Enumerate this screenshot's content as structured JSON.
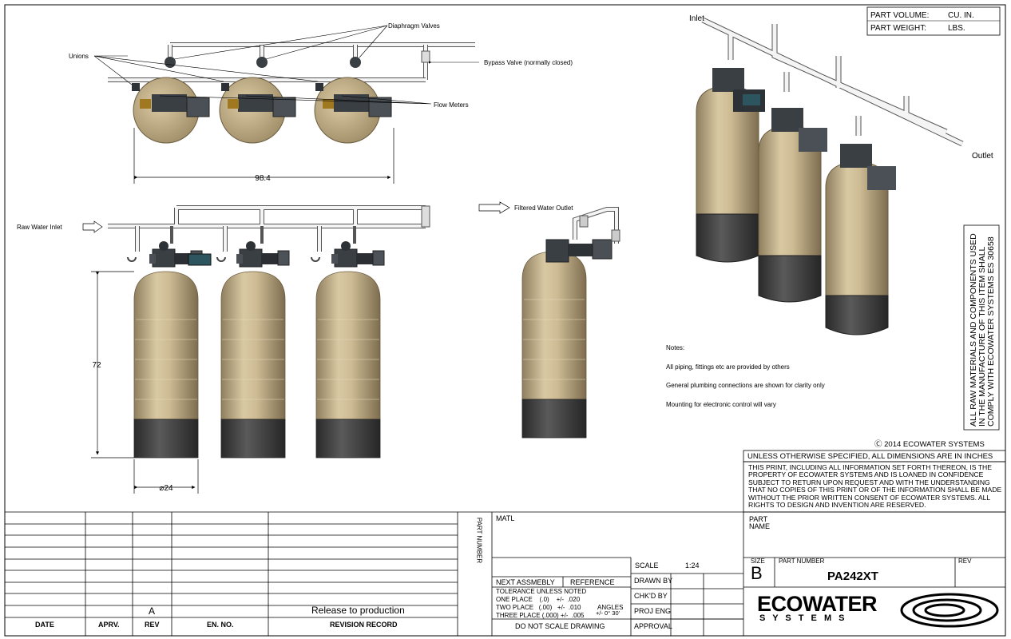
{
  "callouts": {
    "diaphragm_valves": "Diaphragm Valves",
    "unions": "Unions",
    "bypass_valve": "Bypass Valve (normally closed)",
    "flow_meters": "Flow Meters",
    "raw_water_inlet": "Raw Water Inlet",
    "filtered_water_outlet": "Filtered Water Outlet",
    "iso_inlet": "Inlet",
    "iso_outlet": "Outlet"
  },
  "dimensions": {
    "top_width": "98.4",
    "height": "72",
    "diameter": "⌀24"
  },
  "notes": {
    "heading": "Notes:",
    "items": [
      "All piping, fittings etc are provided by others",
      "General plumbing connections are shown for clarity only",
      "Mounting for electronic control will vary"
    ]
  },
  "part_box": {
    "volume_label": "PART VOLUME:",
    "volume_unit": "CU. IN.",
    "weight_label": "PART WEIGHT:",
    "weight_unit": "LBS."
  },
  "vertical_note": {
    "line1": "ALL RAW MATERIALS AND COMPONENTS USED",
    "line2": "IN THE MANUFACTURE OF THIS ITEM SHALL",
    "line3": "COMPLY WITH ECOWATER SYSTEMS ES 30658"
  },
  "copyright": "Ⓒ 2014 ECOWATER SYSTEMS",
  "unless_specified": "UNLESS OTHERWISE SPECIFIED, ALL DIMENSIONS ARE IN INCHES",
  "confidential": "THIS PRINT, INCLUDING ALL INFORMATION SET FORTH THEREON, IS THE PROPERTY OF ECOWATER SYSTEMS AND IS LOANED IN CONFIDENCE SUBJECT TO RETURN UPON REQUEST AND WITH THE UNDERSTANDING THAT NO COPIES OF THIS PRINT OR OF THE INFORMATION SHALL BE MADE WITHOUT THE PRIOR WRITTEN CONSENT OF ECOWATER SYSTEMS. ALL RIGHTS TO DESIGN AND INVENTION ARE RESERVED.",
  "revision": {
    "headers": [
      "DATE",
      "APRV.",
      "REV",
      "EN. NO.",
      "REVISION RECORD"
    ],
    "rev": "A",
    "description": "Release to production"
  },
  "title_block": {
    "part_number_vertical": "PART NUMBER",
    "matl": "MATL",
    "next_assembly": "NEXT ASSMEBLY",
    "reference": "REFERENCE",
    "tolerance_title": "TOLERANCE UNLESS NOTED",
    "tol1": "ONE PLACE    (.0)    +/-  .020",
    "tol2": "TWO PLACE   (.00)   +/-  .010",
    "tol3": "THREE PLACE (.000) +/-  .005",
    "angles": "ANGLES",
    "angles_val": "+/- 0° 30'",
    "do_not_scale": "DO NOT SCALE DRAWING",
    "scale_label": "SCALE",
    "scale_value": "1:24",
    "drawn_by": "DRAWN BY",
    "chkd_by": "CHK'D BY",
    "proj_eng": "PROJ ENG",
    "approval": "APPROVAL",
    "part_name_1": "PART",
    "part_name_2": "NAME",
    "size_label": "SIZE",
    "size_value": "B",
    "part_number_label": "PART NUMBER",
    "part_number_value": "PA242XT",
    "rev_label": "REV"
  },
  "logo": {
    "name": "ECOWATER",
    "sub": "S Y S T E M S"
  },
  "colors": {
    "tank_tan": "#c9b894",
    "tank_base": "#3e3e3e",
    "valve": "#3a3f44",
    "pipe": "#f4f4f4"
  }
}
